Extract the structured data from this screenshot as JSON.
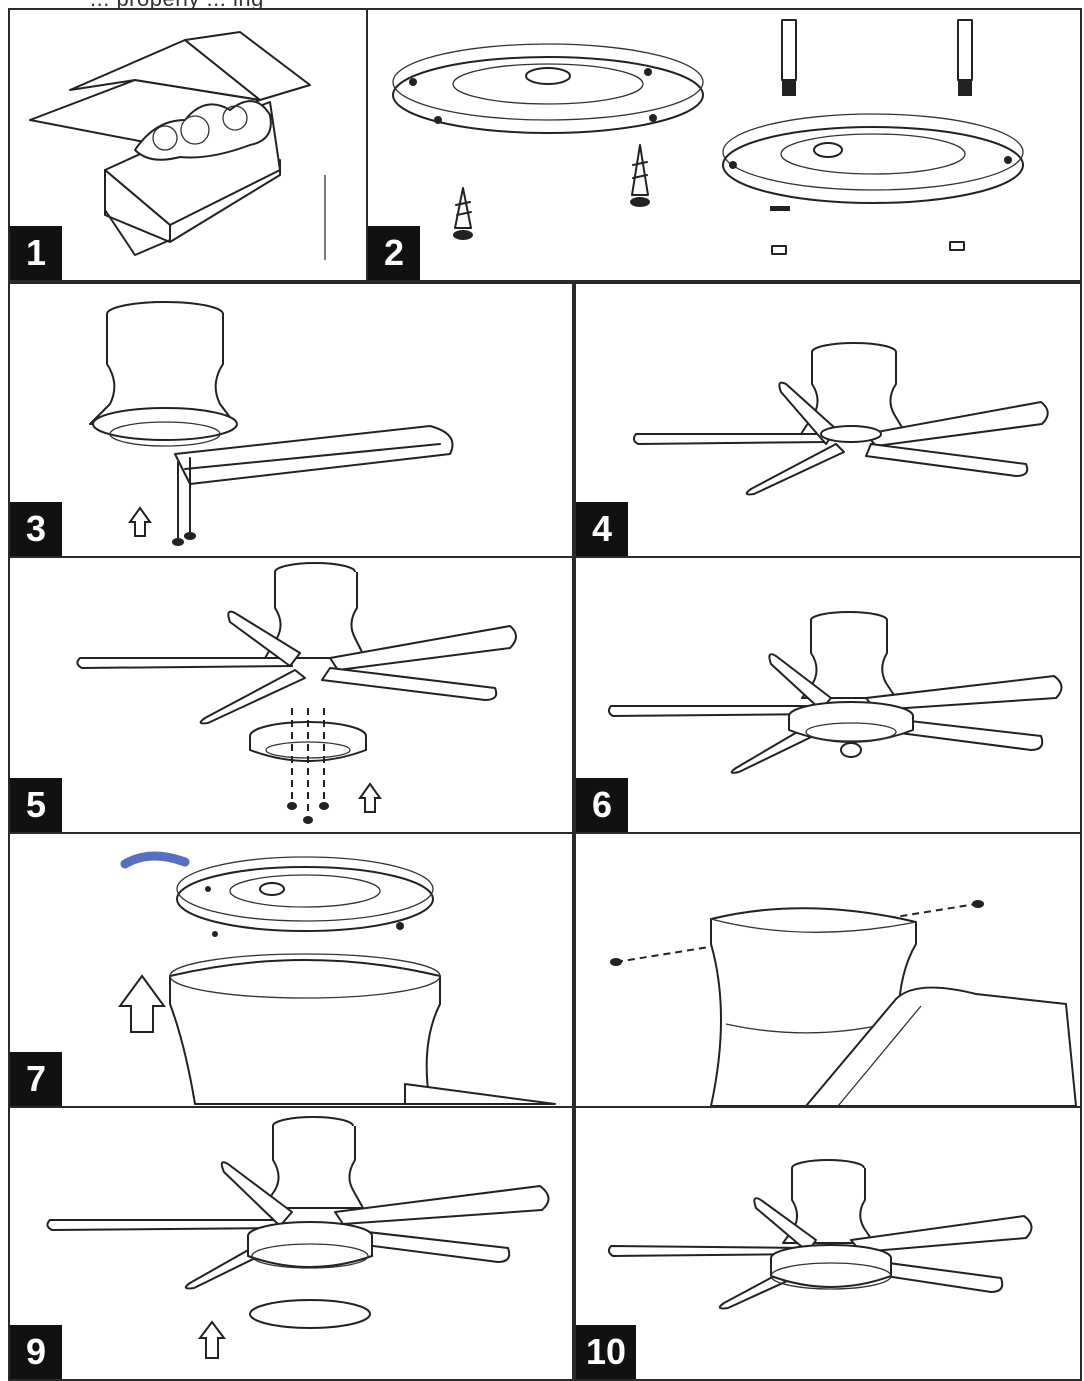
{
  "header": {
    "partial_text": "... properly ... ing"
  },
  "steps": [
    {
      "id": 1,
      "label": "1"
    },
    {
      "id": 2,
      "label": "2"
    },
    {
      "id": 3,
      "label": "3"
    },
    {
      "id": 4,
      "label": "4"
    },
    {
      "id": 5,
      "label": "5"
    },
    {
      "id": 6,
      "label": "6"
    },
    {
      "id": 7,
      "label": "7"
    },
    {
      "id": 8,
      "label": ""
    },
    {
      "id": 9,
      "label": "9"
    },
    {
      "id": 10,
      "label": "10"
    }
  ],
  "colors": {
    "border": "#2a2a2a",
    "label_bg": "#111111",
    "label_fg": "#ffffff",
    "motion_arrow": "#3a56b8"
  }
}
